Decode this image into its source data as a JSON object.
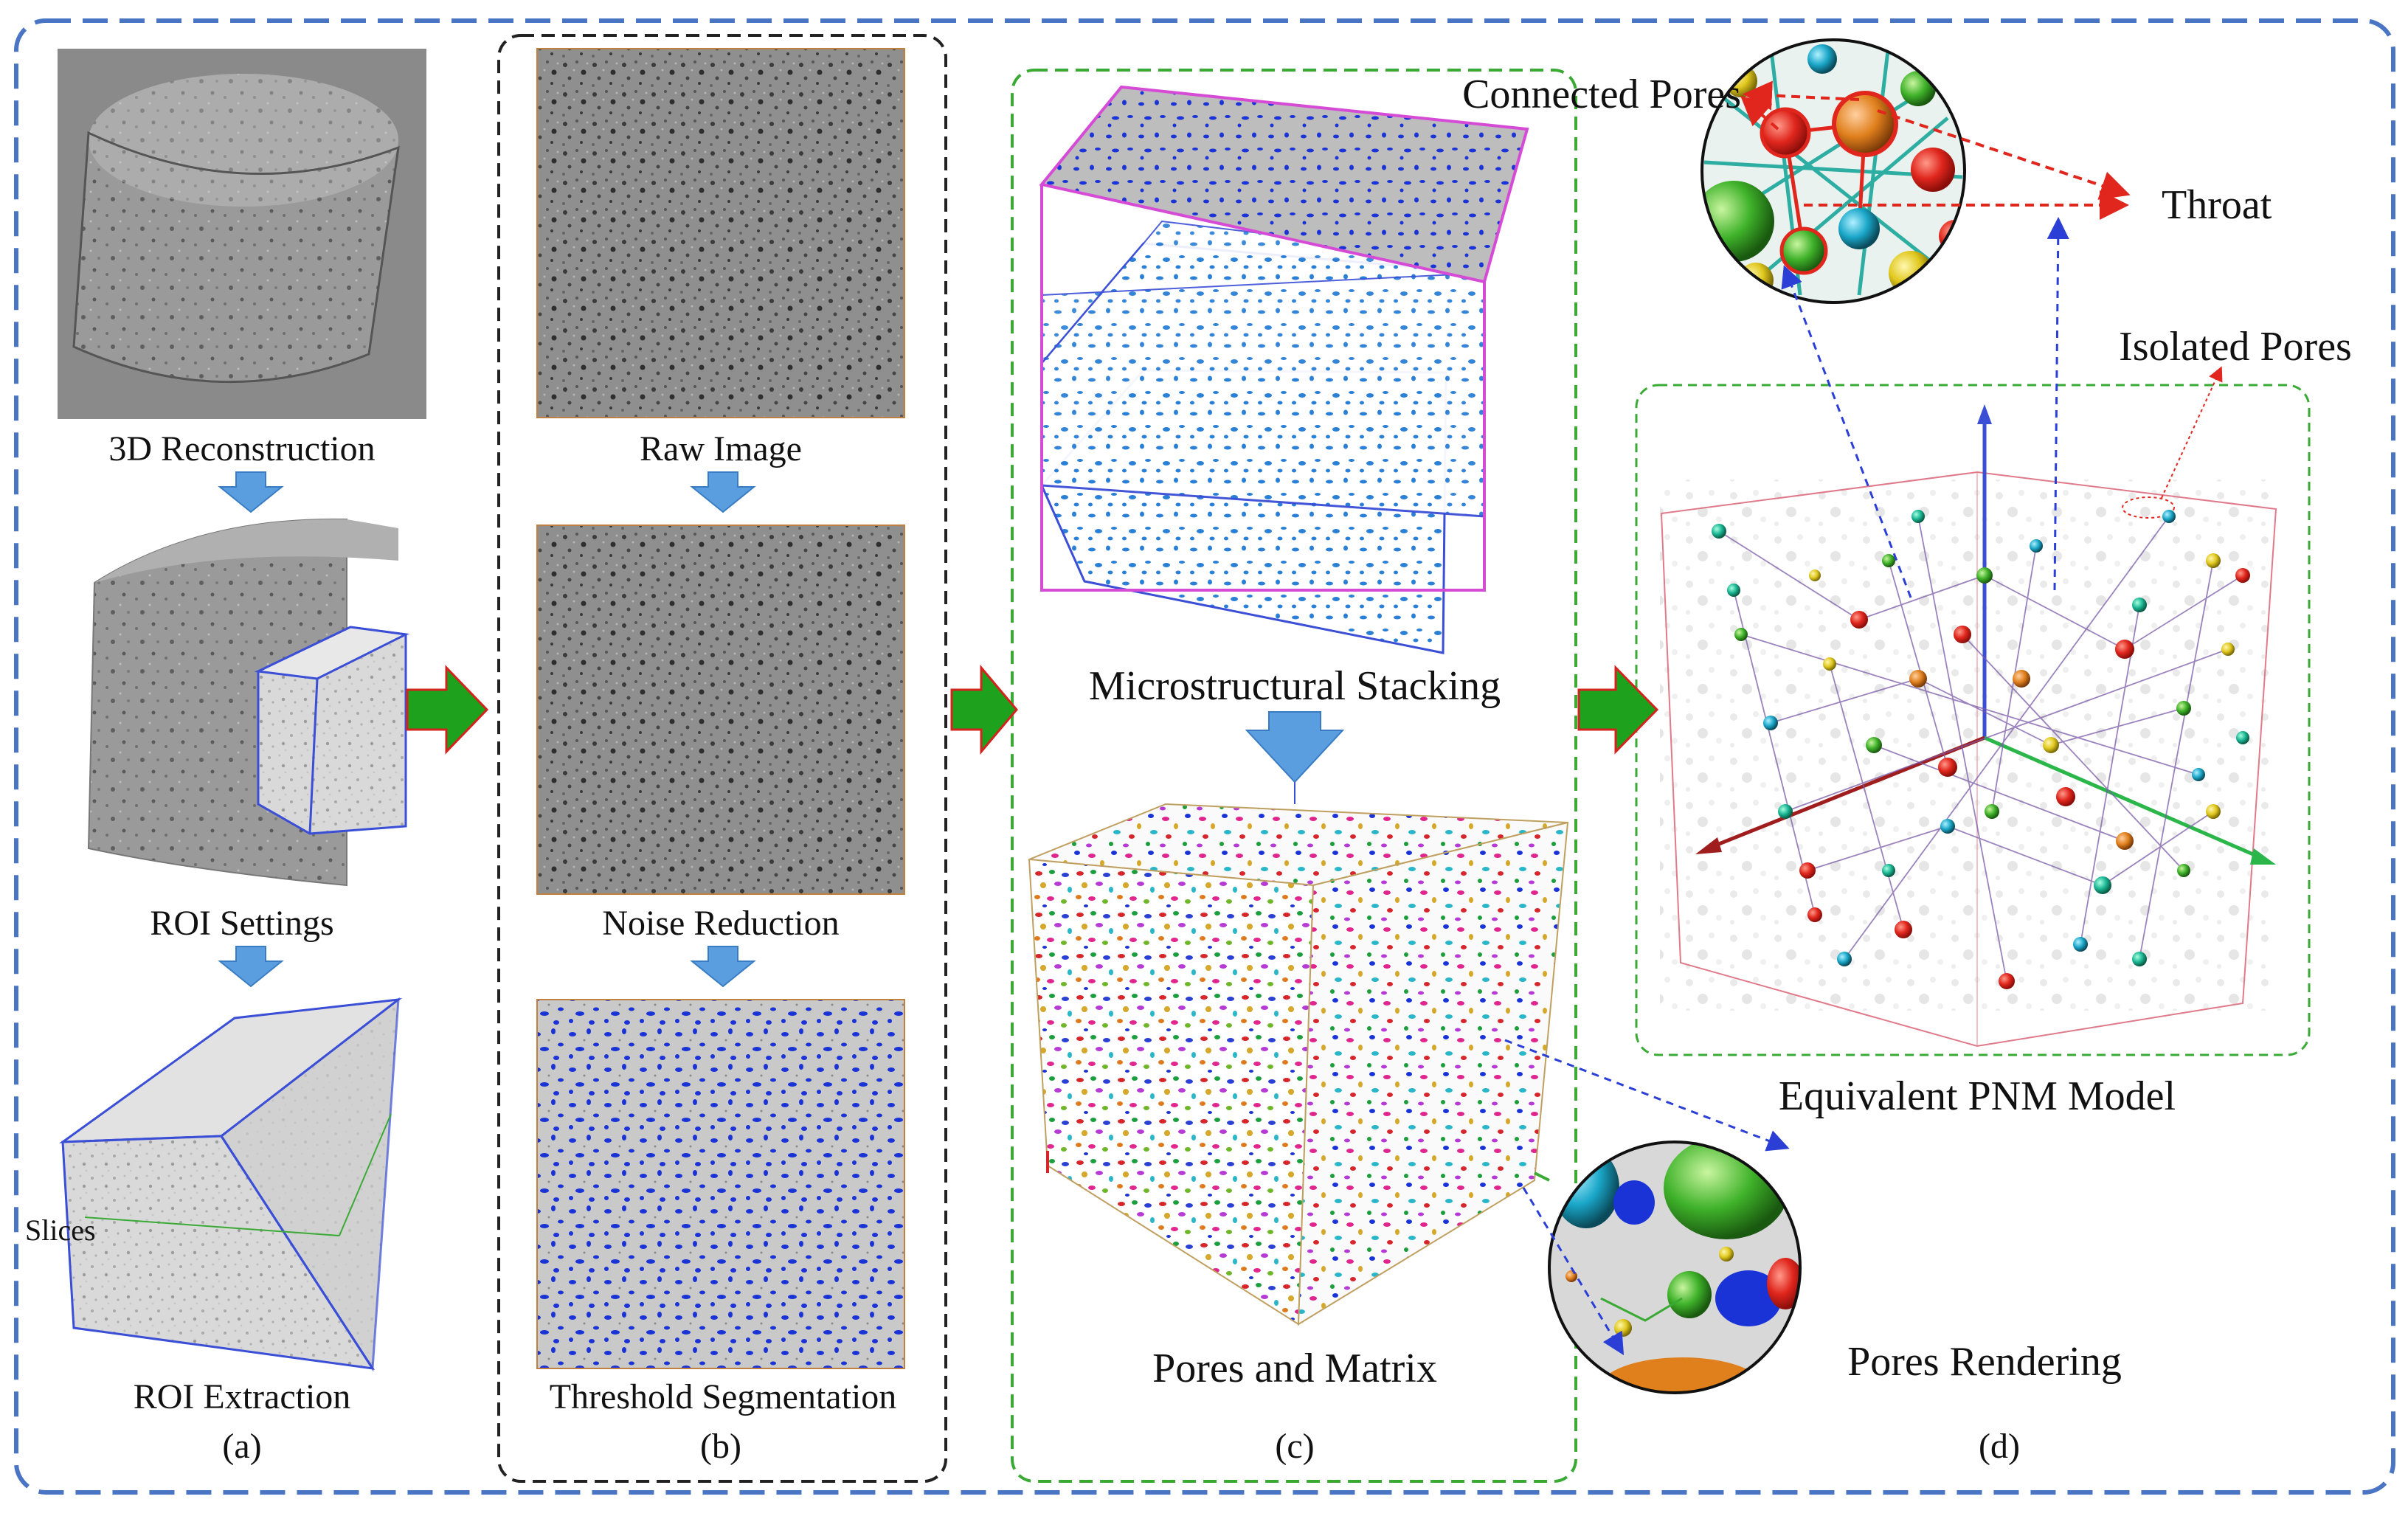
{
  "figure": {
    "colors": {
      "outer_border": "#4a74c4",
      "panel_b_border": "#222222",
      "panel_c_border": "#3aaa35",
      "panel_d_border": "#3aaa35",
      "flow_arrow_fill": "#1ea21e",
      "flow_arrow_stroke": "#d2231d",
      "down_arrow_fill": "#5b9ee0",
      "pore_blue": "#1a33d6",
      "stack_magenta": "#d64bd6",
      "red_annot": "#e0261d",
      "blue_annot": "#2b3fd6"
    },
    "panel_a": {
      "step1": "3D Reconstruction",
      "step2": "ROI Settings",
      "step3": "ROI Extraction",
      "slices_label": "Slices",
      "panel_label": "(a)"
    },
    "panel_b": {
      "step1": "Raw Image",
      "step2": "Noise Reduction",
      "step3": "Threshold Segmentation",
      "panel_label": "(b)"
    },
    "panel_c": {
      "step1": "Microstructural Stacking",
      "step2": "Pores and Matrix",
      "panel_label": "(c)"
    },
    "panel_d": {
      "connected_pores": "Connected Pores",
      "throat": "Throat",
      "isolated_pores": "Isolated Pores",
      "model_label": "Equivalent PNM Model",
      "pores_rendering": "Pores Rendering",
      "panel_label": "(d)"
    }
  }
}
